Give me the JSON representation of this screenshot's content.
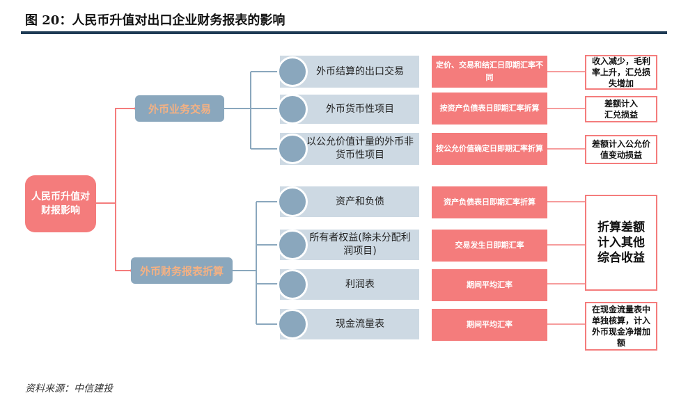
{
  "title": "图 20：人民币升值对出口企业财务报表的影响",
  "root": "人民币升值对财报影响",
  "groups": [
    {
      "label": "外币业务交易",
      "items": [
        {
          "label": "外币结算的出口交易",
          "rate": "定价、交易和结汇日即期汇率不同"
        },
        {
          "label": "外币货币性项目",
          "rate": "按资产负债表日即期汇率折算"
        },
        {
          "label": "以公允价值计量的外币非货币性项目",
          "rate": "按公允价值确定日即期汇率折算"
        }
      ],
      "results": [
        "收入减少，毛利率上升，汇兑损失增加",
        "差额计入汇兑损益",
        "差额计入公允价值变动损益"
      ]
    },
    {
      "label": "外币财务报表折算",
      "items": [
        {
          "label": "资产和负债",
          "rate": "资产负债表日即期汇率折算"
        },
        {
          "label": "所有者权益(除未分配利润项目)",
          "rate": "交易发生日即期汇率"
        },
        {
          "label": "利润表",
          "rate": "期间平均汇率"
        },
        {
          "label": "现金流量表",
          "rate": "期间平均汇率"
        }
      ],
      "results": [
        "折算差额计入其他综合收益",
        "在现金流量表中单独核算，计入外币现金净增加额"
      ]
    }
  ],
  "source": "资料来源：中信建投",
  "colors": {
    "accent": "#f47c7c",
    "node": "#8aa7bd",
    "item_bg": "#cdd9e3",
    "rule": "#1f3b55",
    "group_text": "#f4b183"
  }
}
